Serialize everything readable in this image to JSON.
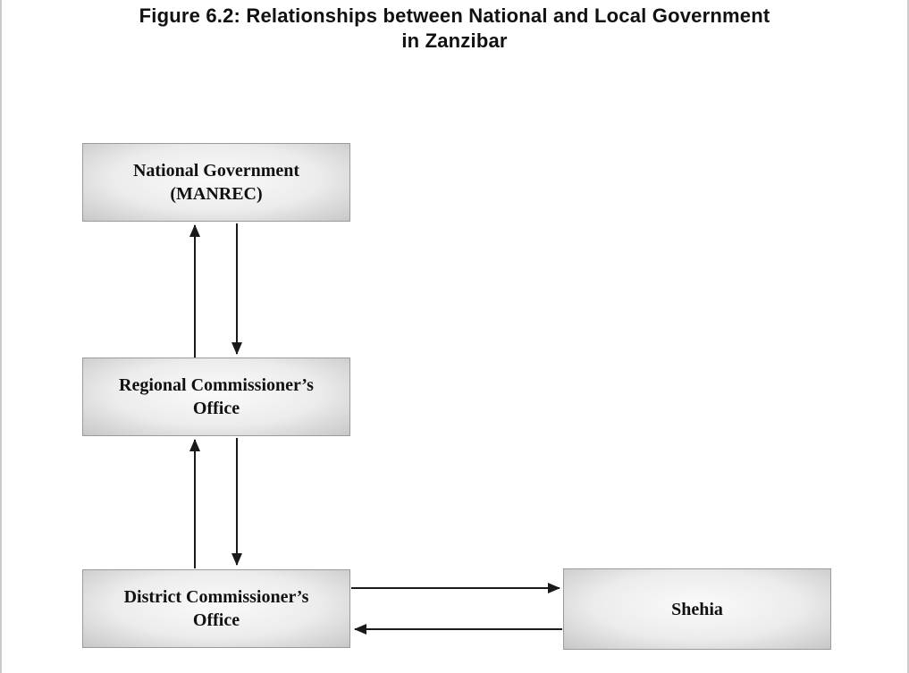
{
  "figure": {
    "title_line1": "Figure 6.2: Relationships between National and Local Government",
    "title_line2": "in Zanzibar"
  },
  "nodes": {
    "national": {
      "label": "National Government\n(MANREC)"
    },
    "regional": {
      "label": "Regional Commissioner’s\nOffice"
    },
    "district": {
      "label": "District Commissioner’s\nOffice"
    },
    "shehia": {
      "label": "Shehia"
    }
  },
  "edges": [
    {
      "from": "Regional Commissioner’s Office",
      "to": "National Government (MANREC)",
      "direction": "up"
    },
    {
      "from": "National Government (MANREC)",
      "to": "Regional Commissioner’s Office",
      "direction": "down"
    },
    {
      "from": "District Commissioner’s Office",
      "to": "Regional Commissioner’s Office",
      "direction": "up"
    },
    {
      "from": "Regional Commissioner’s Office",
      "to": "District Commissioner’s Office",
      "direction": "down"
    },
    {
      "from": "District Commissioner’s Office",
      "to": "Shehia",
      "direction": "right"
    },
    {
      "from": "Shehia",
      "to": "District Commissioner’s Office",
      "direction": "left"
    }
  ],
  "colors": {
    "page_bg": "#ffffff",
    "page_edge": "#cccccc",
    "box_fill_center": "#fafafa",
    "box_fill_edge": "#c7c7c7",
    "box_border": "#9b9b9b",
    "arrow": "#1a1a1a",
    "text": "#111111"
  }
}
